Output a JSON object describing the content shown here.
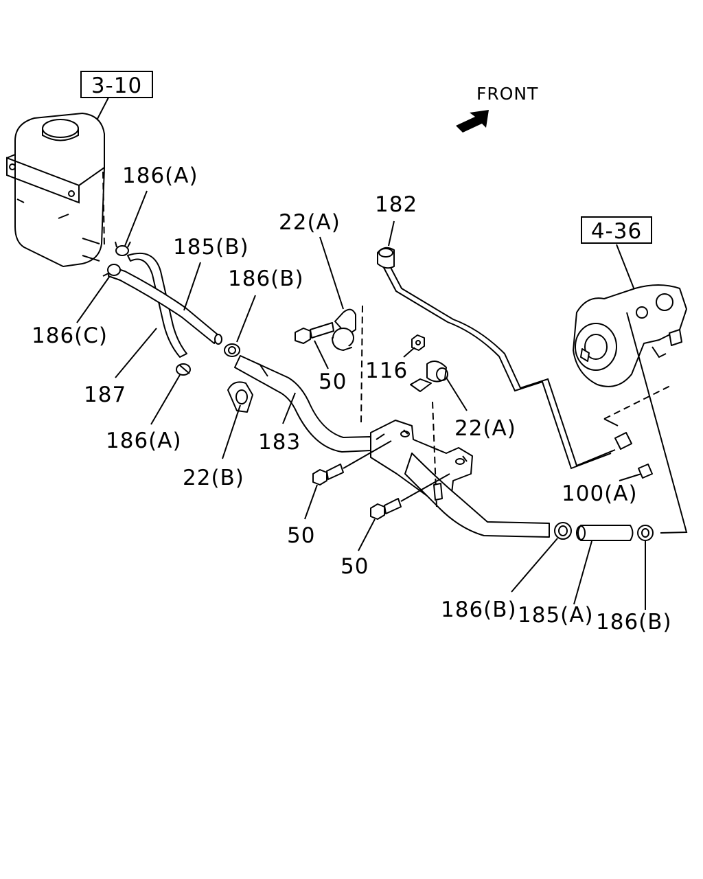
{
  "refs": {
    "ref_3_10": "3-10",
    "ref_4_36": "4-36"
  },
  "front_label": "FRONT",
  "callouts": {
    "c186a_top": "186(A)",
    "c185b": "185(B)",
    "c186b_mid": "186(B)",
    "c186c": "186(C)",
    "c187": "187",
    "c186a_low": "186(A)",
    "c22b": "22(B)",
    "c183": "183",
    "c22a_top": "22(A)",
    "c50_top": "50",
    "c116": "116",
    "c22a_mid": "22(A)",
    "c182": "182",
    "c50_mid": "50",
    "c50_low": "50",
    "c100a": "100(A)",
    "c186b_left": "186(B)",
    "c185a": "185(A)",
    "c186b_right": "186(B)"
  },
  "colors": {
    "ink": "#000000",
    "paper": "#ffffff"
  }
}
